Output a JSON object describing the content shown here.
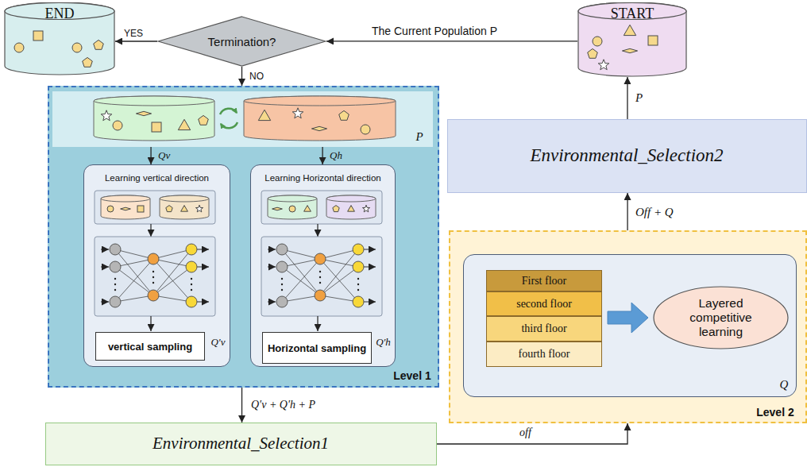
{
  "diagram": {
    "nodes": [
      {
        "text": [
          "START"
        ]
      },
      {
        "text": [
          "END"
        ]
      },
      {
        "text": [
          "Termination?"
        ]
      },
      {
        "text": [
          "Level 1"
        ]
      },
      {
        "text": [
          "P"
        ],
        "in": 3
      },
      {
        "text": [
          "Learning vertical direction",
          "Q′v"
        ],
        "in": 3
      },
      {
        "text": [
          "vertical sampling"
        ],
        "in": 5
      },
      {
        "text": [
          "Learning Horizontal direction",
          "Q′h"
        ],
        "in": 3
      },
      {
        "text": [
          "Horizontal sampling"
        ],
        "in": 7
      },
      {
        "text": [
          "Environmental_Selection1"
        ]
      },
      {
        "text": [
          "Level 2"
        ]
      },
      {
        "text": [
          "Q"
        ],
        "in": 10
      },
      {
        "text": [
          "First floor"
        ],
        "in": 11
      },
      {
        "text": [
          "second floor"
        ],
        "in": 11
      },
      {
        "text": [
          "third floor"
        ],
        "in": 11
      },
      {
        "text": [
          "fourth floor"
        ],
        "in": 11
      },
      {
        "text": [
          "Layered competitive learning"
        ],
        "in": 11
      },
      {
        "text": [
          "Environmental_Selection2"
        ]
      }
    ],
    "edges": [
      {
        "from": 0,
        "to": 2,
        "arrow": "to",
        "label": "The Current Population P"
      },
      {
        "from": 2,
        "to": 1,
        "arrow": "to",
        "label": "YES"
      },
      {
        "from": 2,
        "to": 3,
        "arrow": "to",
        "label": "NO"
      },
      {
        "from": 4,
        "to": 5,
        "arrow": "to",
        "label": "Qv"
      },
      {
        "from": 4,
        "to": 7,
        "arrow": "to",
        "label": "Qh"
      },
      {
        "from": 3,
        "to": 9,
        "arrow": "to",
        "label": "Q′v + Q′h + P"
      },
      {
        "from": 9,
        "to": 10,
        "arrow": "to",
        "label": "off"
      },
      {
        "from": 10,
        "to": 17,
        "arrow": "to",
        "label": "Off + Q"
      },
      {
        "from": 17,
        "to": 0,
        "arrow": "to",
        "label": "P"
      }
    ]
  }
}
